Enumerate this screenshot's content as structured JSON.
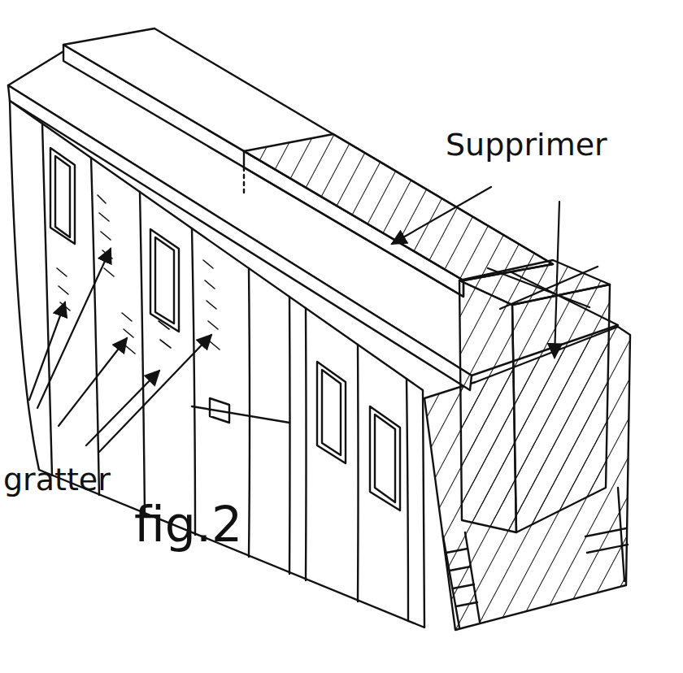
{
  "diagram": {
    "labels": [
      "Supprimer",
      "gratter",
      "fig.2"
    ]
  }
}
